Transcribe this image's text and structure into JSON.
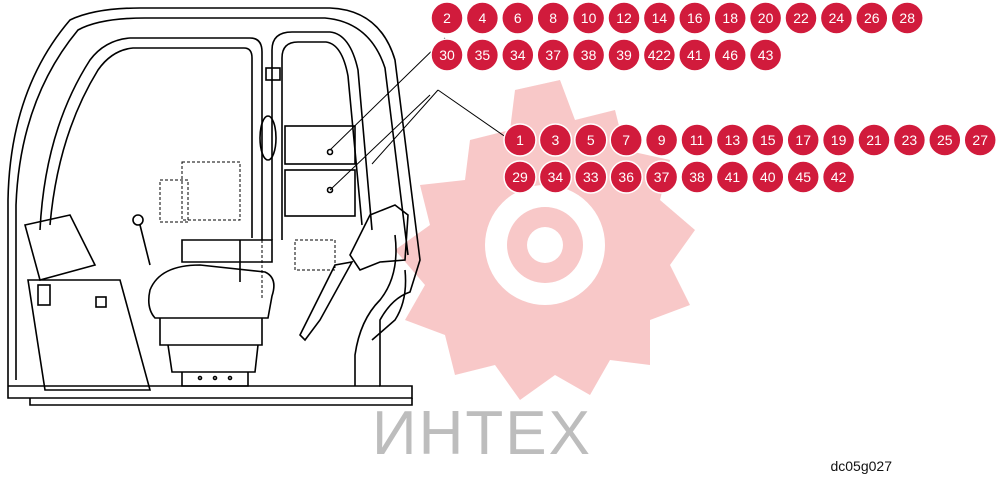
{
  "diagram": {
    "drawing_code": "dc05g027",
    "watermark": "ИНТЕХ",
    "colors": {
      "badge_fill": "#d11b3c",
      "badge_stroke": "#ffffff",
      "line": "#000000",
      "watermark": "#f3a9a9"
    },
    "callout_groups": [
      {
        "group": "upper",
        "rows": [
          [
            "2",
            "4",
            "6",
            "8",
            "10",
            "12",
            "14",
            "16",
            "18",
            "20",
            "22",
            "24",
            "26",
            "28"
          ],
          [
            "30",
            "35",
            "34",
            "37",
            "38",
            "39",
            "422",
            "41",
            "46",
            "43"
          ]
        ]
      },
      {
        "group": "lower",
        "rows": [
          [
            "1",
            "3",
            "5",
            "7",
            "9",
            "11",
            "13",
            "15",
            "17",
            "19",
            "21",
            "23",
            "25",
            "27"
          ],
          [
            "29",
            "34",
            "33",
            "36",
            "37",
            "38",
            "41",
            "40",
            "45",
            "42"
          ]
        ]
      }
    ]
  }
}
